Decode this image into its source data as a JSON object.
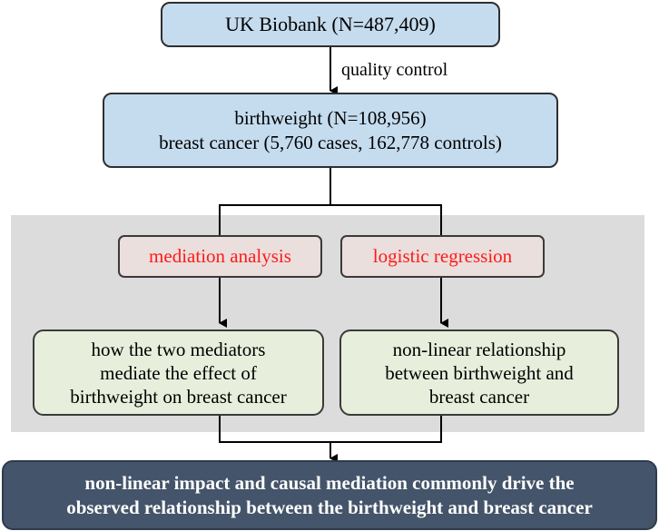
{
  "top_box": {
    "line1": "UK Biobank (N=487,409)"
  },
  "step_label": "quality control",
  "cohort_box": {
    "line1": "birthweight (N=108,956)",
    "line2": "breast cancer (5,760 cases, 162,778 controls)"
  },
  "methods": {
    "left": "mediation analysis",
    "right": "logistic regression"
  },
  "results": {
    "left": [
      "how the two mediators",
      "mediate the effect of",
      "birthweight on breast cancer"
    ],
    "right": [
      "non-linear relationship",
      "between birthweight and",
      "breast cancer"
    ]
  },
  "conclusion": {
    "line1": "non-linear impact and causal mediation commonly drive the",
    "line2": "observed relationship between the birthweight and breast cancer"
  },
  "colors": {
    "header_fill": "#c5dcef",
    "method_text": "#ff1a1a",
    "method_fill": "#eadfdc",
    "result_fill": "#e7efdc",
    "conclusion_fill": "#44546a",
    "panel_fill": "#dcdcdc"
  }
}
